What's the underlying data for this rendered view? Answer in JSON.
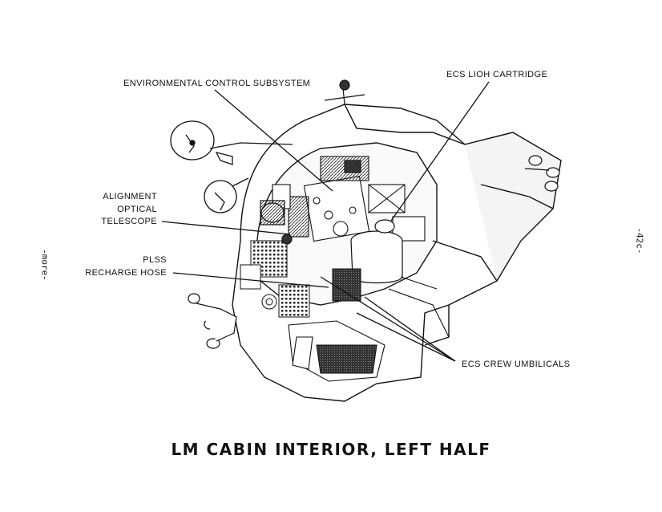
{
  "title": "LM CABIN INTERIOR, LEFT HALF",
  "labels": {
    "ecs_subsystem": "ENVIRONMENTAL CONTROL SUBSYSTEM",
    "lioh_cartridge": "ECS LIOH CARTRIDGE",
    "telescope_line1": "ALIGNMENT",
    "telescope_line2": "OPTICAL",
    "telescope_line3": "TELESCOPE",
    "plss_line1": "PLSS",
    "plss_line2": "RECHARGE HOSE",
    "umbilicals": "ECS CREW UMBILICALS"
  },
  "margin_notes": {
    "left": "-more-",
    "right": "-42c-"
  }
}
